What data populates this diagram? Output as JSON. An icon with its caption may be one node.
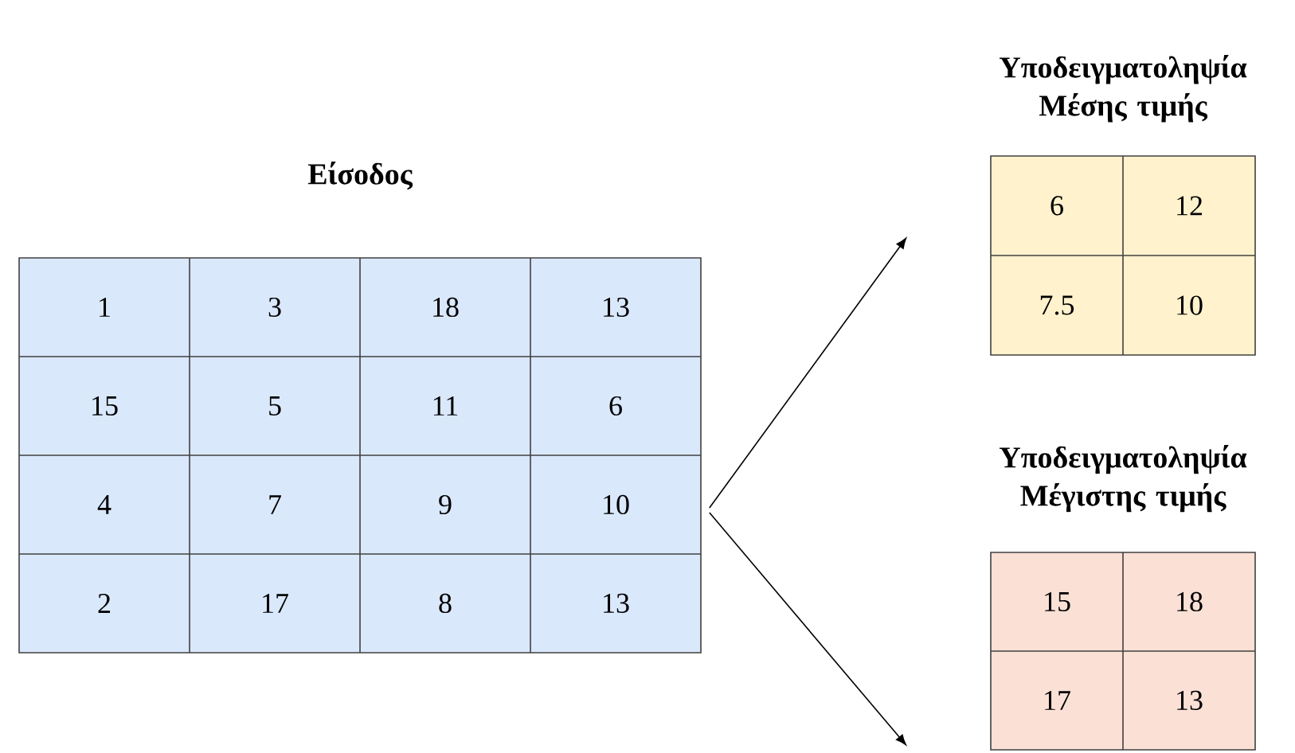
{
  "diagram": {
    "nodes": [
      {
        "text": [
          "Είσοδος"
        ]
      },
      {
        "text": [
          "Υποδειγματοληψία Μέσης τιμής"
        ]
      },
      {
        "text": [
          "Υποδειγματοληψία Μέγιστης τιμής"
        ]
      }
    ],
    "edges": [
      {
        "from": 0,
        "to": 1,
        "arrow": "to"
      },
      {
        "from": 0,
        "to": 2,
        "arrow": "to"
      }
    ],
    "labels": [
      "1",
      "3",
      "18",
      "13",
      "15",
      "5",
      "11",
      "6",
      "4",
      "7",
      "9",
      "10",
      "2",
      "17",
      "8",
      "13",
      "6",
      "12",
      "7.5",
      "10",
      "15",
      "18",
      "17",
      "13"
    ]
  }
}
